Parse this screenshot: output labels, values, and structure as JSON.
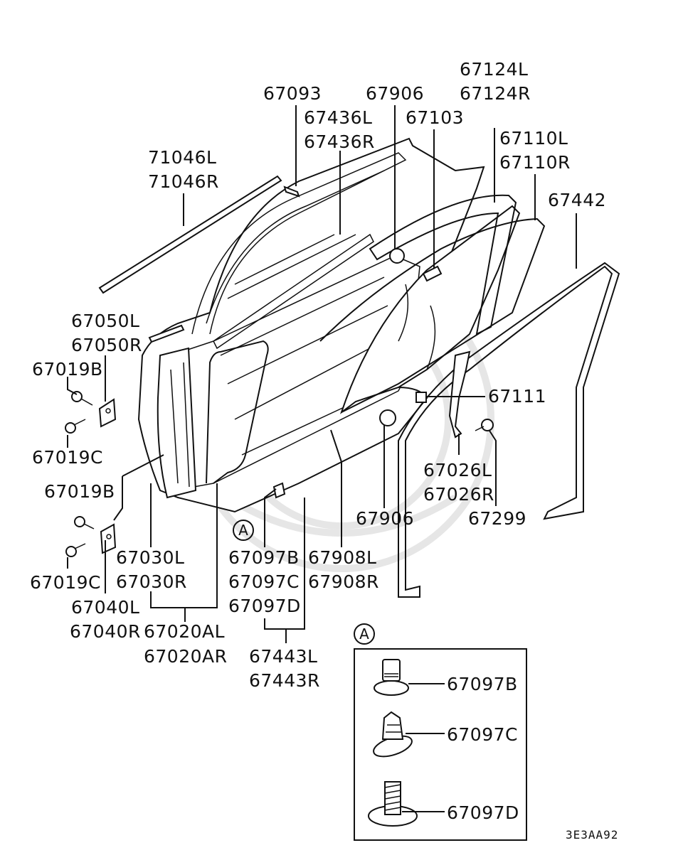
{
  "labels": {
    "p71046L": "71046L",
    "p71046R": "71046R",
    "p67093": "67093",
    "p67906_top": "67906",
    "p67436L": "67436L",
    "p67436R": "67436R",
    "p67103": "67103",
    "p67124L": "67124L",
    "p67124R": "67124R",
    "p67110L": "67110L",
    "p67110R": "67110R",
    "p67442": "67442",
    "p67050L": "67050L",
    "p67050R": "67050R",
    "p67019B_top": "67019B",
    "p67019C_top": "67019C",
    "p67111": "67111",
    "p67026L": "67026L",
    "p67026R": "67026R",
    "p67299": "67299",
    "p67906_bottom": "67906",
    "p67019B_bottom": "67019B",
    "p67030L": "67030L",
    "p67030R": "67030R",
    "p67097B": "67097B",
    "p67097C": "67097C",
    "p67097D": "67097D",
    "p67908L": "67908L",
    "p67908R": "67908R",
    "p67019C_bottom": "67019C",
    "p67040L": "67040L",
    "p67040R": "67040R",
    "p67020AL": "67020AL",
    "p67020AR": "67020AR",
    "p67443L": "67443L",
    "p67443R": "67443R",
    "detail_67097B": "67097B",
    "detail_67097C": "67097C",
    "detail_67097D": "67097D"
  },
  "callout_marker": "A",
  "detail_marker": "A",
  "diagram_code": "3E3AA92",
  "watermark_icon": "emblem-watermark-icon"
}
